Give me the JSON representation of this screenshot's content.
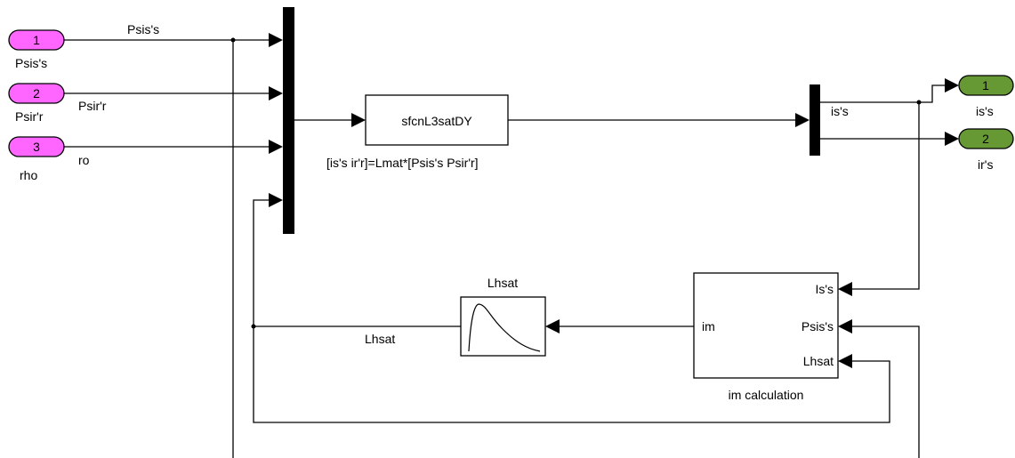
{
  "inports": [
    {
      "number": "1",
      "name": "Psis's",
      "color": "#ff66ff"
    },
    {
      "number": "2",
      "name": "Psir'r",
      "color": "#ff66ff"
    },
    {
      "number": "3",
      "name": "rho",
      "color": "#ff66ff"
    }
  ],
  "outports": [
    {
      "number": "1",
      "name": "is's",
      "color": "#669933"
    },
    {
      "number": "2",
      "name": "ir's",
      "color": "#669933"
    }
  ],
  "signal_labels": {
    "psis": "Psis's",
    "psir": "Psir'r",
    "ro": "ro",
    "is": "is's",
    "lhsat": "Lhsat"
  },
  "sfunction": {
    "name": "sfcnL3satDY",
    "caption": "[is's ir'r]=Lmat*[Psis's Psir'r]"
  },
  "lookup": {
    "title": "Lhsat"
  },
  "subsystem": {
    "caption": "im calculation",
    "inputs": [
      "Is's",
      "Psis's",
      "Lhsat"
    ],
    "output": "im"
  }
}
